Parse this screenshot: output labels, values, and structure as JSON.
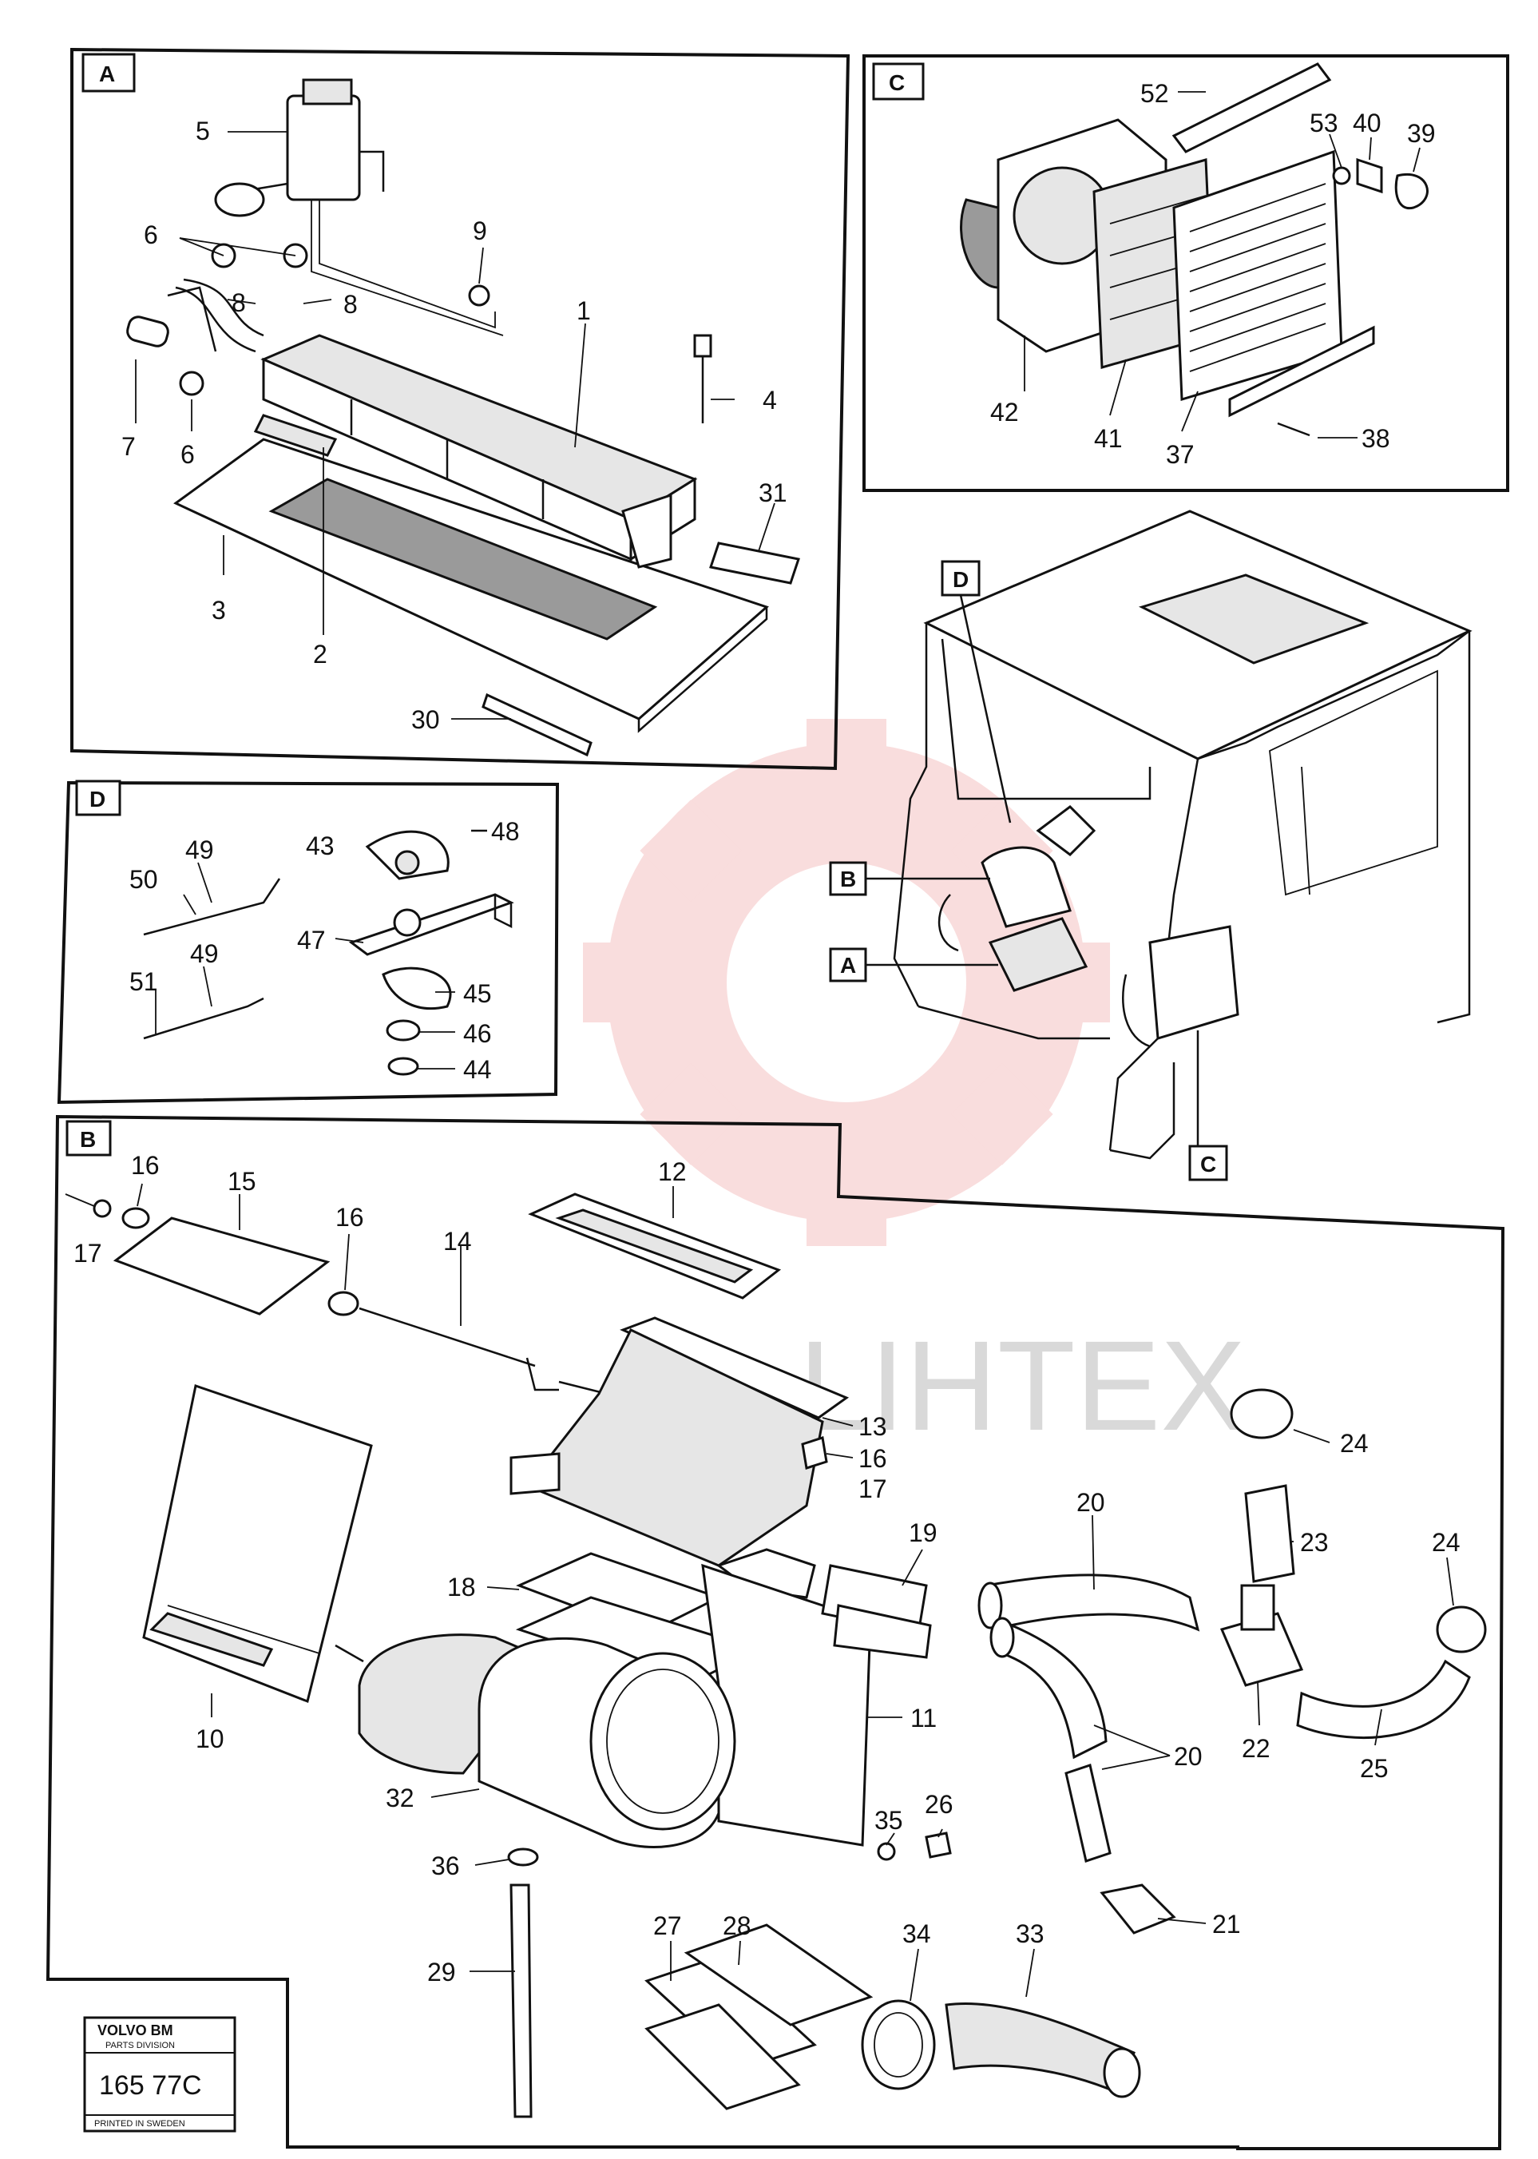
{
  "sections": {
    "A": "A",
    "B": "B",
    "C": "C",
    "D": "D"
  },
  "cab_labels": {
    "A": "A",
    "B": "B",
    "C": "C",
    "D": "D"
  },
  "callouts_a": [
    "5",
    "6",
    "9",
    "8",
    "8",
    "1",
    "4",
    "7",
    "6",
    "31",
    "3",
    "2",
    "30"
  ],
  "callouts_c": [
    "52",
    "53",
    "40",
    "39",
    "42",
    "41",
    "37",
    "38"
  ],
  "callouts_d": [
    "43",
    "48",
    "49",
    "50",
    "47",
    "49",
    "51",
    "45",
    "46",
    "44"
  ],
  "callouts_b": [
    "16",
    "15",
    "16",
    "17",
    "14",
    "12",
    "13",
    "16",
    "17",
    "24",
    "20",
    "23",
    "24",
    "19",
    "18",
    "10",
    "11",
    "22",
    "32",
    "20",
    "25",
    "35",
    "26",
    "36",
    "21",
    "27",
    "28",
    "34",
    "33",
    "29"
  ],
  "stamp": {
    "brand": "VOLVO BM",
    "division": "PARTS DIVISION",
    "number": "165 77C",
    "printed": "PRINTED IN SWEDEN"
  },
  "watermark": {
    "text": "LIHTEX",
    "color": "#e03030"
  }
}
